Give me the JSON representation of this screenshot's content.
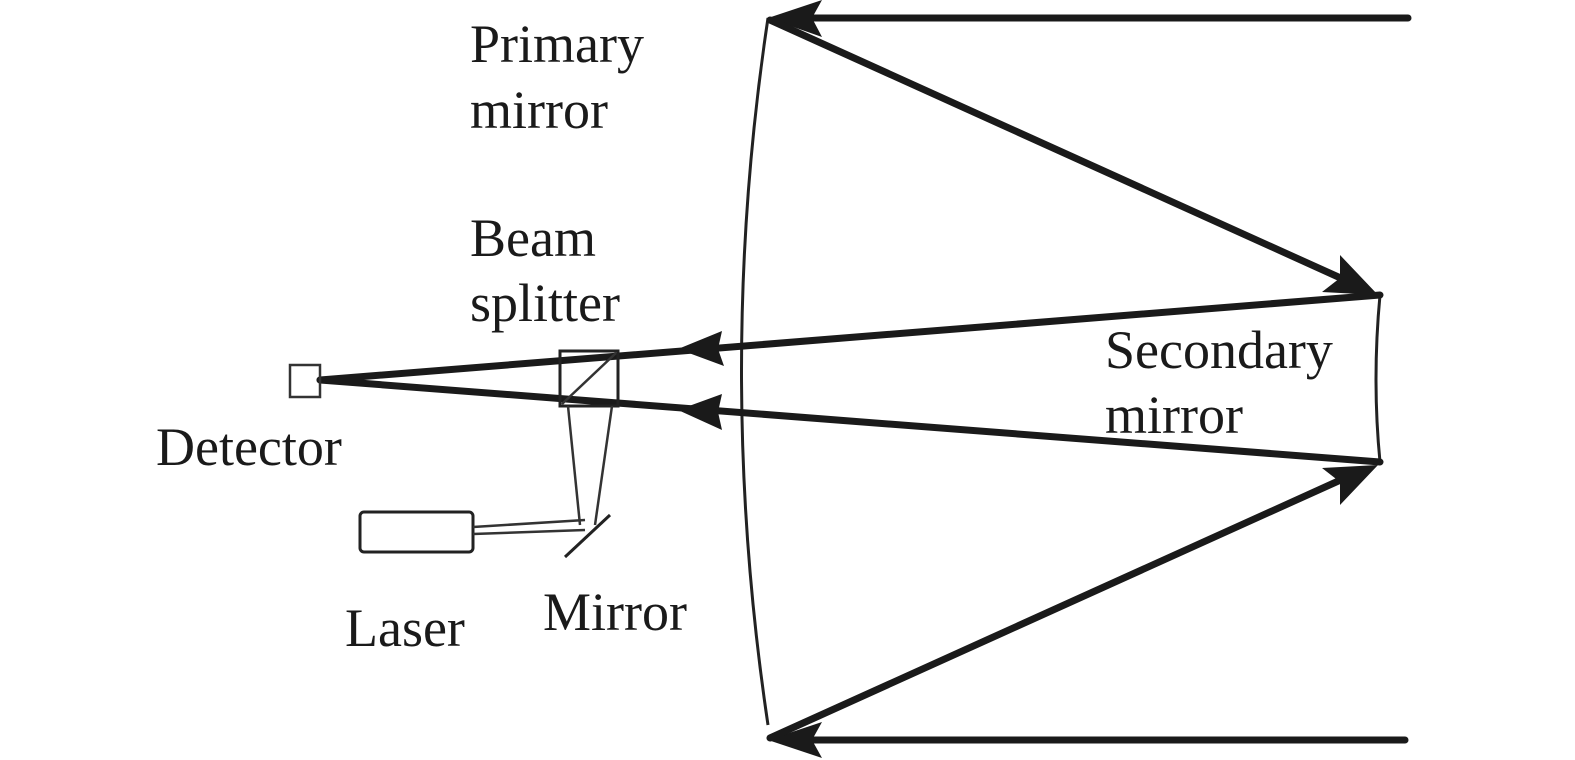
{
  "diagram": {
    "labels": {
      "primary_mirror": [
        "Primary",
        "mirror"
      ],
      "beam_splitter": [
        "Beam",
        "splitter"
      ],
      "secondary_mirror": [
        "Secondary",
        "mirror"
      ],
      "detector": "Detector",
      "laser": "Laser",
      "mirror": "Mirror"
    },
    "colors": {
      "line": "#1a1a1a",
      "background": "#ffffff"
    }
  }
}
